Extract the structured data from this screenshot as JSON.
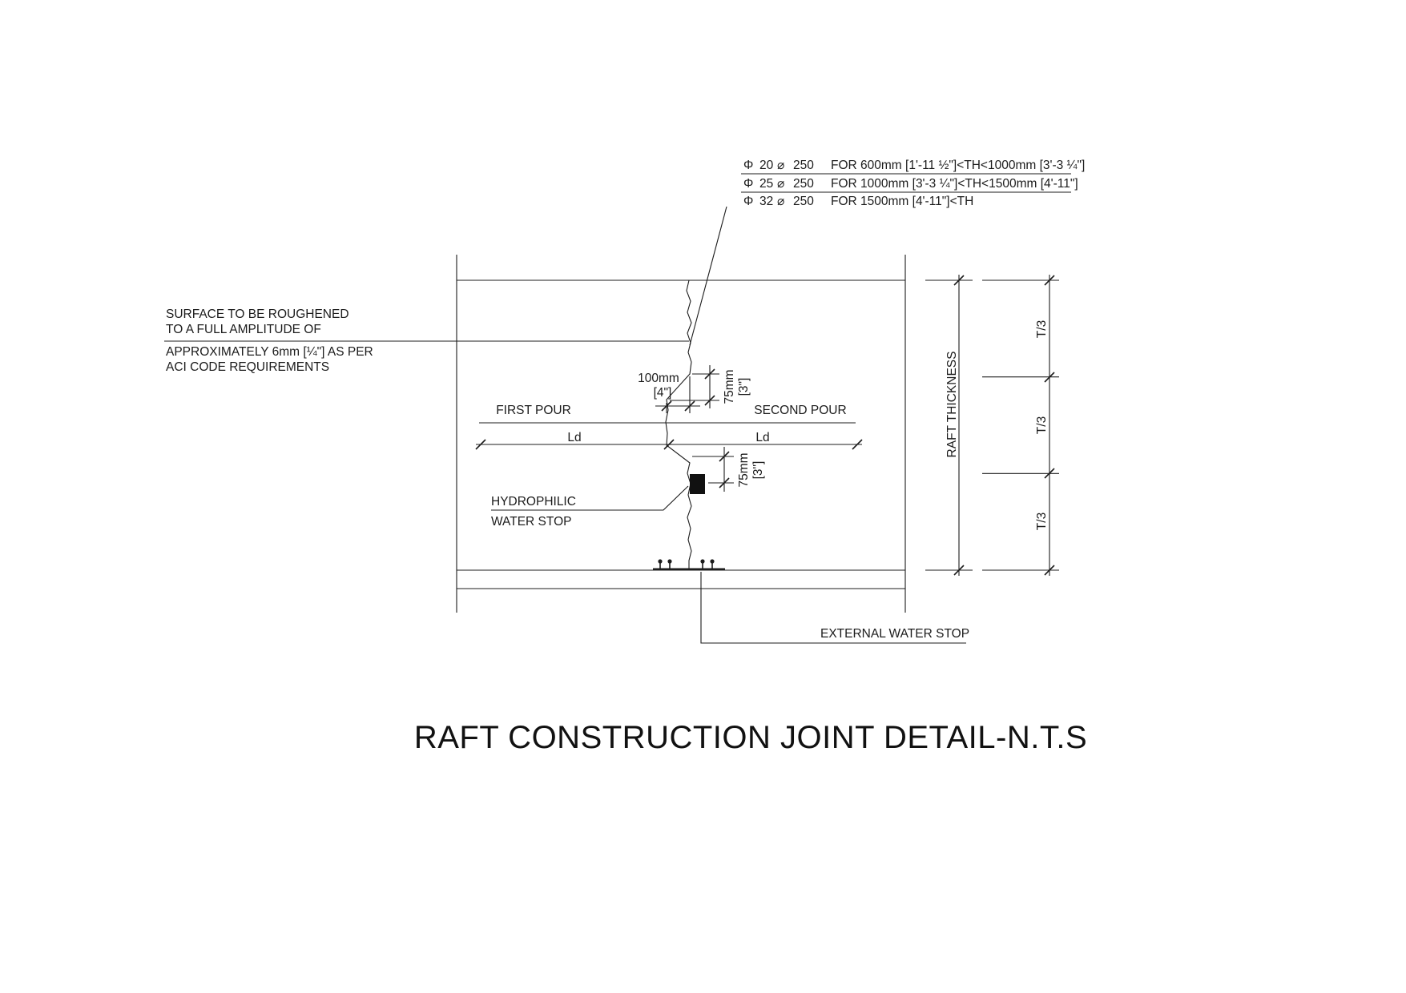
{
  "title": "RAFT CONSTRUCTION JOINT DETAIL-N.T.S",
  "callouts": {
    "rows": [
      {
        "dia_symbol": "Φ",
        "dia": "20",
        "at_symbol": "⌀",
        "spacing": "250",
        "condition": "FOR 600mm [1'-11 ½\"]<TH<1000mm [3'-3 ¼\"]"
      },
      {
        "dia_symbol": "Φ",
        "dia": "25",
        "at_symbol": "⌀",
        "spacing": "250",
        "condition": "FOR 1000mm [3'-3 ¼\"]<TH<1500mm [4'-11\"]"
      },
      {
        "dia_symbol": "Φ",
        "dia": "32",
        "at_symbol": "⌀",
        "spacing": "250",
        "condition": "FOR 1500mm [4'-11\"]<TH"
      }
    ]
  },
  "notes": {
    "surface_line1": "SURFACE TO BE ROUGHENED",
    "surface_line2": "TO A FULL AMPLITUDE OF",
    "surface_line3": "APPROXIMATELY 6mm [¼\"] AS PER",
    "surface_line4": "ACI CODE REQUIREMENTS",
    "hydrophilic_line1": "HYDROPHILIC",
    "hydrophilic_line2": "WATER STOP",
    "external_water_stop": "EXTERNAL WATER STOP"
  },
  "labels": {
    "first_pour": "FIRST POUR",
    "second_pour": "SECOND POUR",
    "ld_left": "Ld",
    "ld_right": "Ld",
    "raft_thickness": "RAFT THICKNESS",
    "t3_top": "T/3",
    "t3_mid": "T/3",
    "t3_bottom": "T/3"
  },
  "dims": {
    "h100": {
      "line1": "100mm",
      "line2": "[4\"]"
    },
    "v75_top": {
      "line1": "75mm",
      "line2": "[3\"]"
    },
    "v75_bottom": {
      "line1": "75mm",
      "line2": "[3\"]"
    }
  }
}
